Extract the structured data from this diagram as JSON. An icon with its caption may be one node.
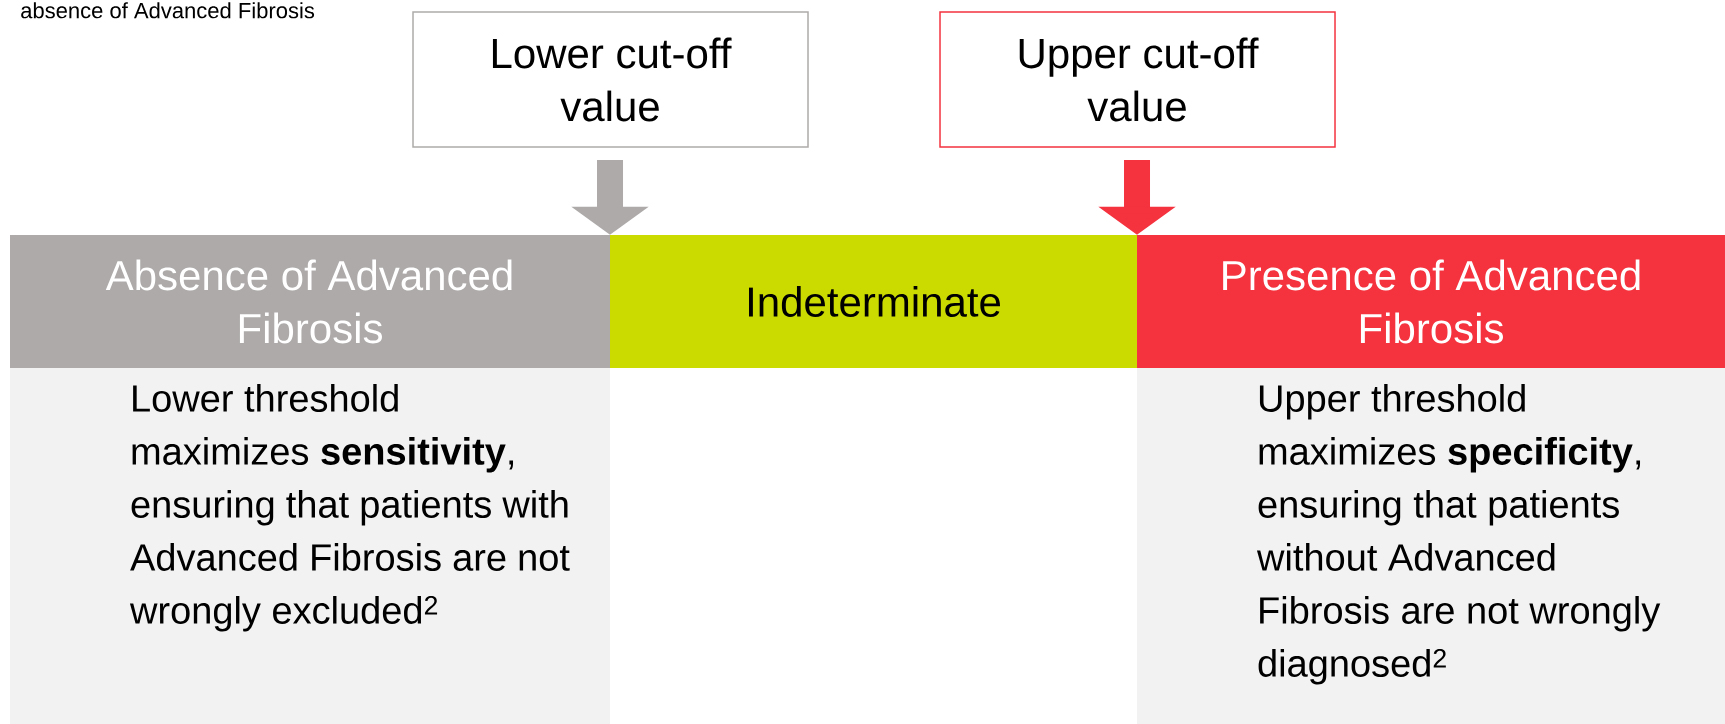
{
  "diagram": {
    "nodes": [
      {
        "text": [
          "Lower cut-off value"
        ]
      },
      {
        "text": [
          "Upper cut-off value"
        ]
      },
      {
        "text": [
          "Absence of Advanced Fibrosis"
        ]
      },
      {
        "text": [
          "Indeterminate"
        ]
      },
      {
        "text": [
          "Presence of Advanced Fibrosis"
        ]
      },
      {
        "text": [
          "Lower threshold maximizes **sensitivity**, ensuring that patients with Advanced Fibrosis are not wrongly excluded$^{2}$"
        ]
      },
      {
        "text": [
          "Upper threshold maximizes **specificity**, ensuring that patients without Advanced Fibrosis are not wrongly diagnosed$^{2}$"
        ]
      }
    ],
    "edges": [
      {
        "from": 0,
        "to": 3,
        "arrow": "to",
        "color": "#aeaaaa"
      },
      {
        "from": 1,
        "to": 3,
        "arrow": "to",
        "color": "#f4333f"
      }
    ],
    "labels": [
      "absence of Advanced Fibrosis"
    ]
  }
}
